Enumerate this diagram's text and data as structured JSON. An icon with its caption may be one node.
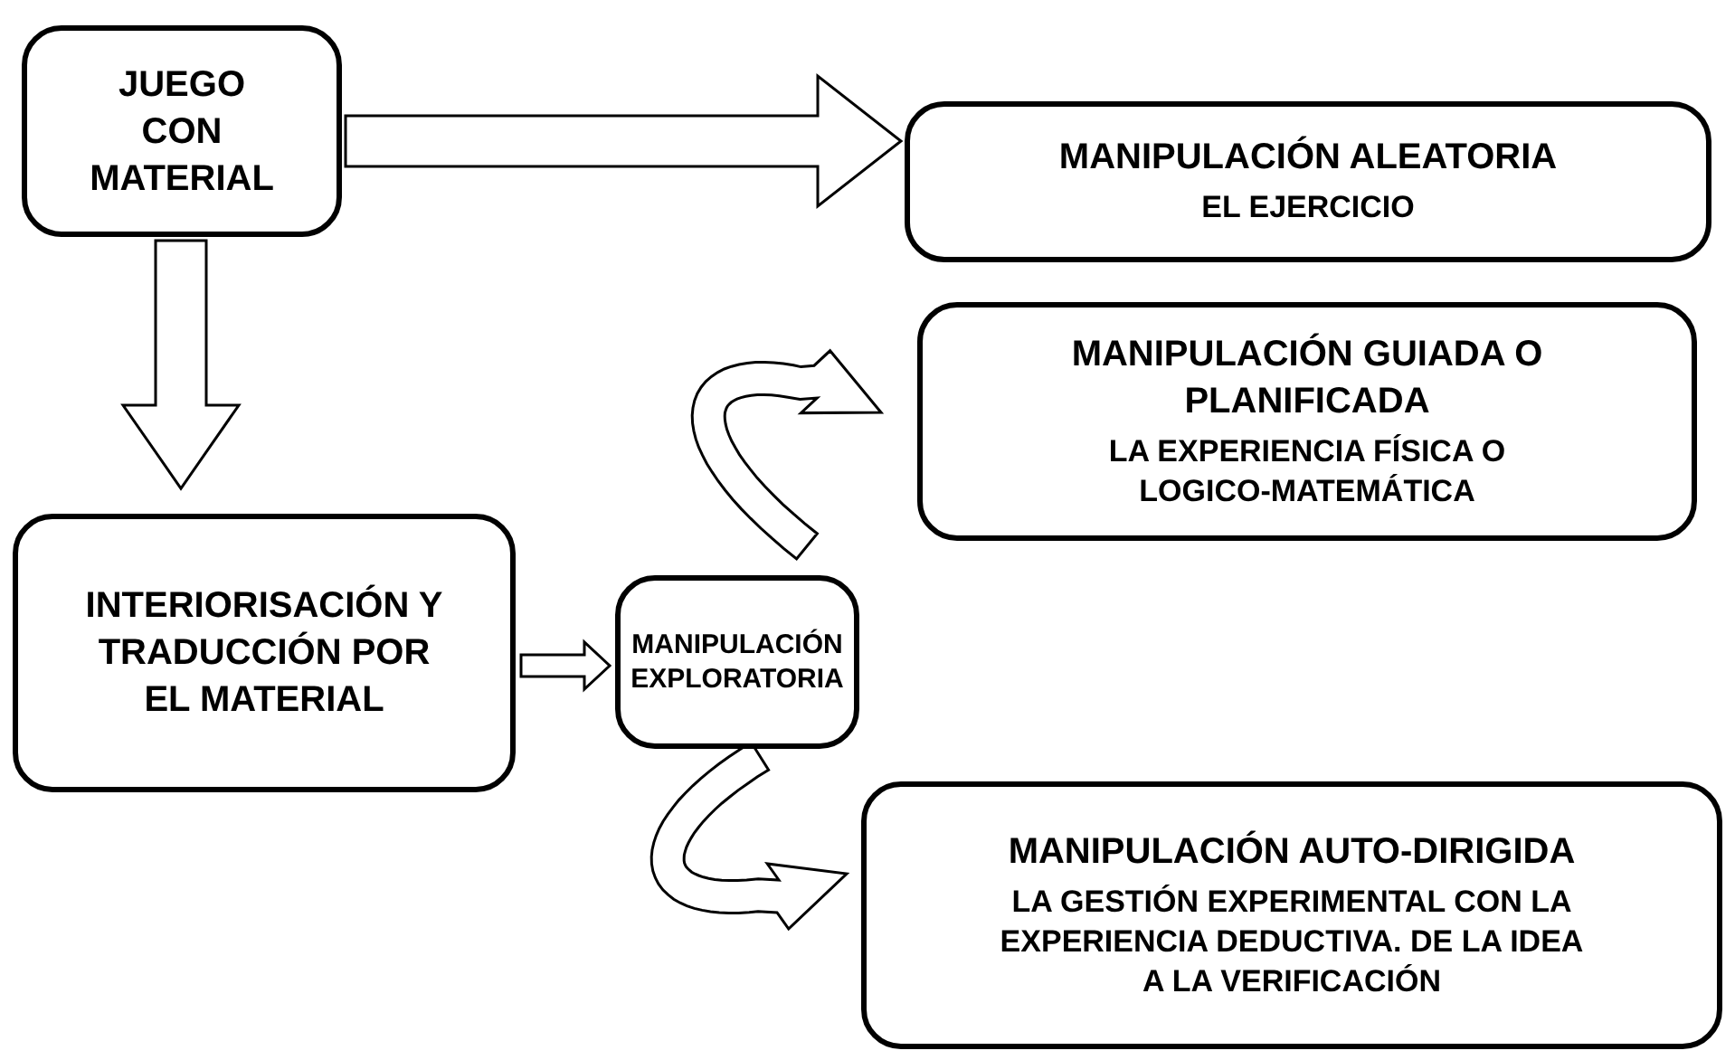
{
  "diagram": {
    "nodes": [
      {
        "text": [
          "JUEGO CON MATERIAL"
        ]
      },
      {
        "text": [
          "MANIPULACIÓN ALEATORIA",
          "EL EJERCICIO"
        ]
      },
      {
        "text": [
          "MANIPULACIÓN GUIADA O PLANIFICADA",
          "LA EXPERIENCIA FÍSICA O LOGICO-MATEMÁTICA"
        ]
      },
      {
        "text": [
          "INTERIORISACIÓN Y TRADUCCIÓN POR EL MATERIAL"
        ]
      },
      {
        "text": [
          "MANIPULACIÓN EXPLORATORIA"
        ]
      },
      {
        "text": [
          "MANIPULACIÓN AUTO-DIRIGIDA",
          "LA GESTIÓN EXPERIMENTAL CON LA EXPERIENCIA DEDUCTIVA. DE LA IDEA A LA VERIFICACIÓN"
        ]
      }
    ],
    "edges": [
      {
        "from": 0,
        "to": 1,
        "arrow": "to"
      },
      {
        "from": 0,
        "to": 3,
        "arrow": "to"
      },
      {
        "from": 3,
        "to": 4,
        "arrow": "to"
      },
      {
        "from": 4,
        "to": 2,
        "arrow": "to"
      },
      {
        "from": 4,
        "to": 5,
        "arrow": "to"
      }
    ]
  }
}
